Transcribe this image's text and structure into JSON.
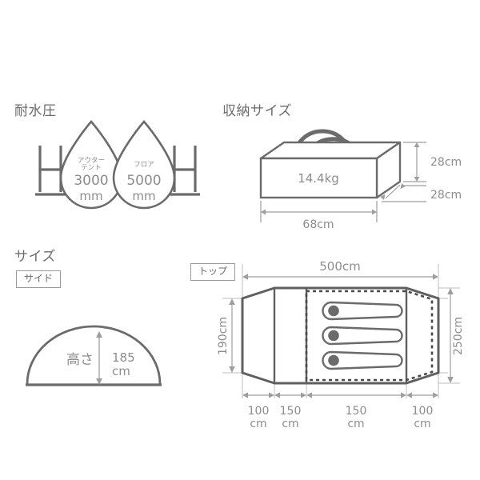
{
  "sections": {
    "water_resistance": {
      "title": "耐水圧",
      "droplets": [
        {
          "name": "アウターテント",
          "name_line1": "アウター",
          "name_line2": "テント",
          "value": "3000",
          "unit": "mm"
        },
        {
          "name": "フロア",
          "name_line1": "フロア",
          "name_line2": "",
          "value": "5000",
          "unit": "mm"
        }
      ],
      "marks": {
        "left": "H",
        "right": "H"
      }
    },
    "storage_size": {
      "title": "収納サイズ",
      "weight": "14.4kg",
      "dimensions": {
        "width": "68cm",
        "height": "28cm",
        "depth": "28cm"
      }
    },
    "size": {
      "title": "サイズ",
      "side_view": {
        "tag": "サイド",
        "height_label": "高さ",
        "height_value": "185",
        "height_unit": "cm"
      },
      "top_view": {
        "tag": "トップ",
        "total_width": "500cm",
        "inner_depth": "190cm",
        "total_depth": "250cm",
        "segments": [
          {
            "value": "100",
            "unit": "cm"
          },
          {
            "value": "150",
            "unit": "cm"
          },
          {
            "value": "150",
            "unit": "cm"
          },
          {
            "value": "100",
            "unit": "cm"
          }
        ],
        "occupants": 3
      }
    }
  },
  "colors": {
    "outline": "#5f5f5f",
    "dimension_line": "#9e9e9e",
    "text": "#8d8d8d",
    "heading": "#6b6b6b",
    "background": "#ffffff"
  }
}
